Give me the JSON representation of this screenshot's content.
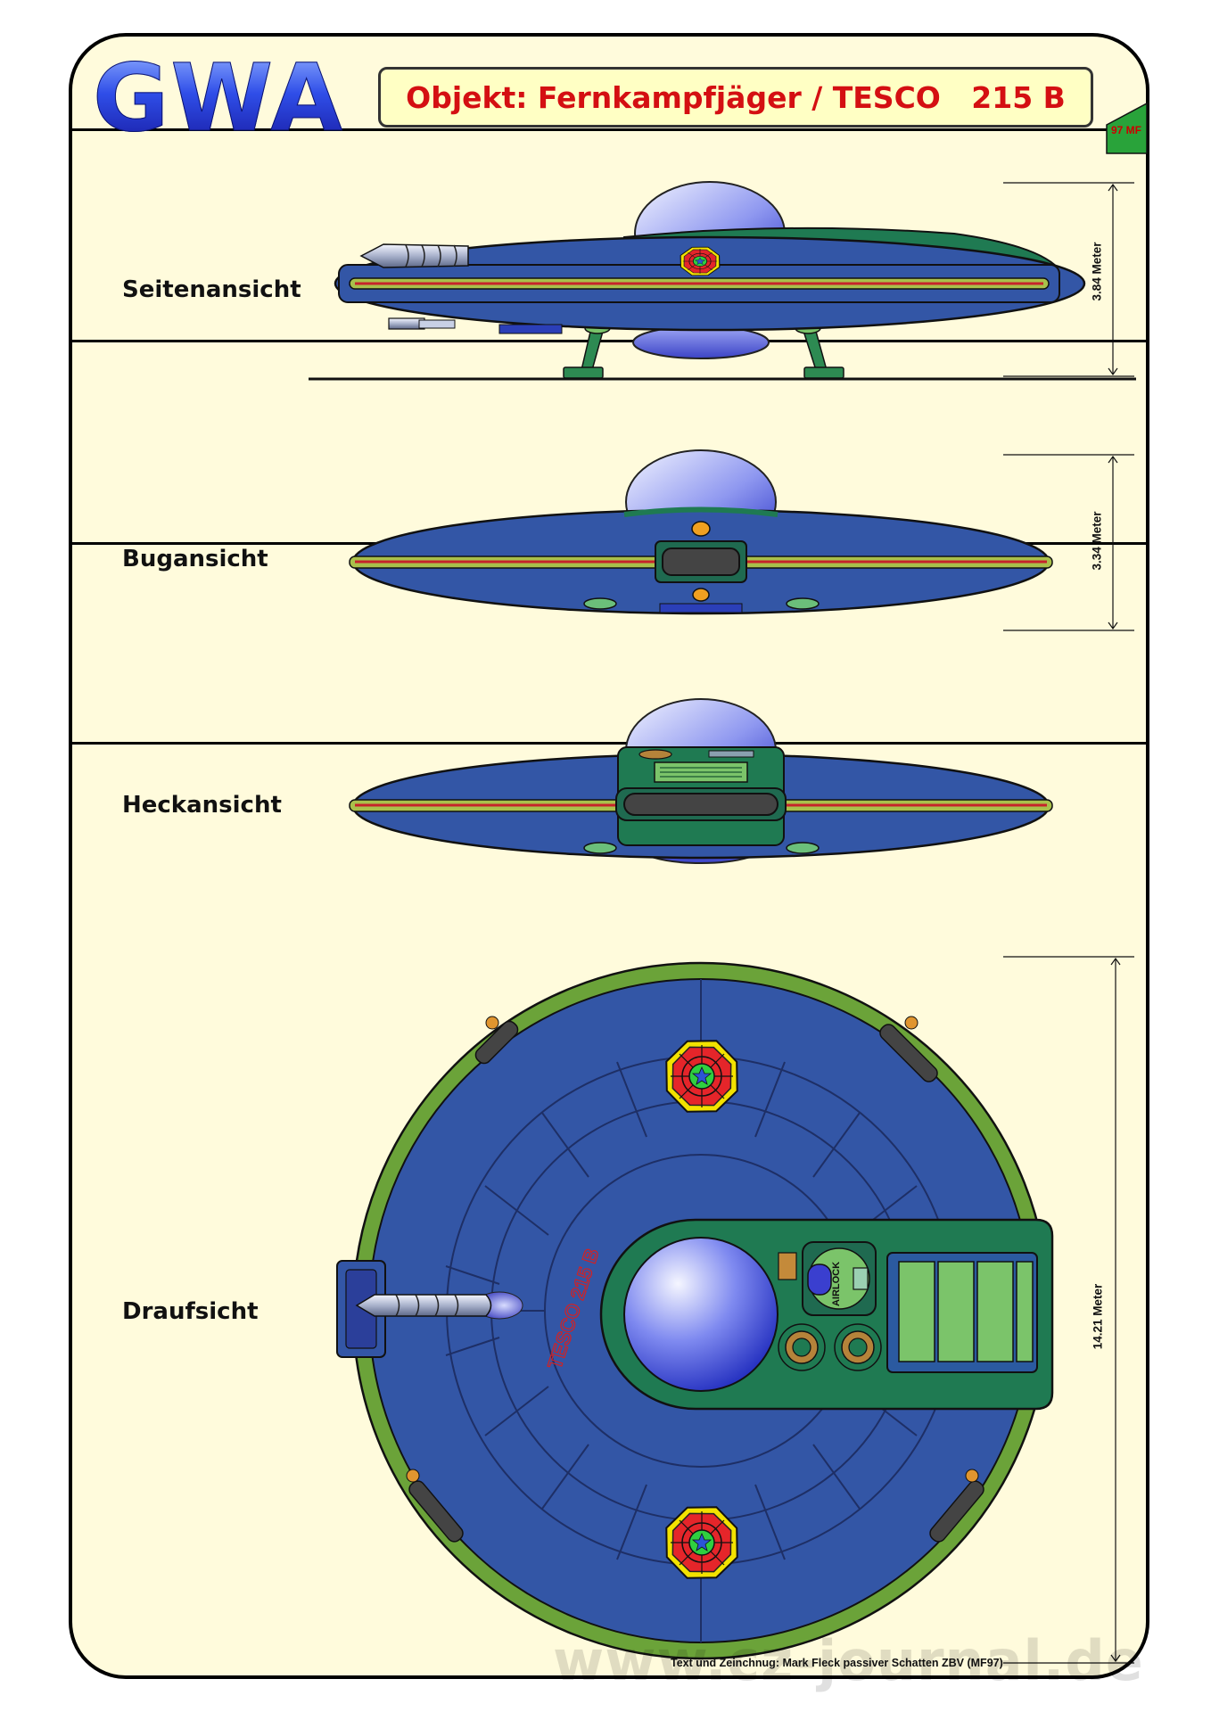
{
  "header": {
    "logo": "GWA",
    "title": "Objekt: Fernkampfjäger / TESCO   215 B",
    "corner_badge": "97 MF"
  },
  "views": {
    "side": "Seitenansicht",
    "front": "Bugansicht",
    "rear": "Heckansicht",
    "top": "Draufsicht"
  },
  "measurements": {
    "side_height": "3.84 Meter",
    "front_height": "3.34 Meter",
    "top_diameter": "14.21 Meter"
  },
  "top_view": {
    "airlock_label": "AIRLOCK",
    "hull_marking": "TESCO 215 B"
  },
  "footer": {
    "credit": "Text und Zeinchnug: Mark Fleck passiver Schatten ZBV (MF97)",
    "watermark": "www.cz-journal.de"
  },
  "colors": {
    "card_bg": "#fffbdc",
    "hull_blue": "#3356a6",
    "rim_green": "#6ba339",
    "dark_green": "#1f7a52",
    "stripe_red": "#c6232b",
    "stripe_olive": "#a9c04b",
    "dome_light": "#f2f4ff",
    "dome_dark": "#3a45d8",
    "title_red": "#d40f12",
    "logo_blue": "#2f4ee8"
  }
}
